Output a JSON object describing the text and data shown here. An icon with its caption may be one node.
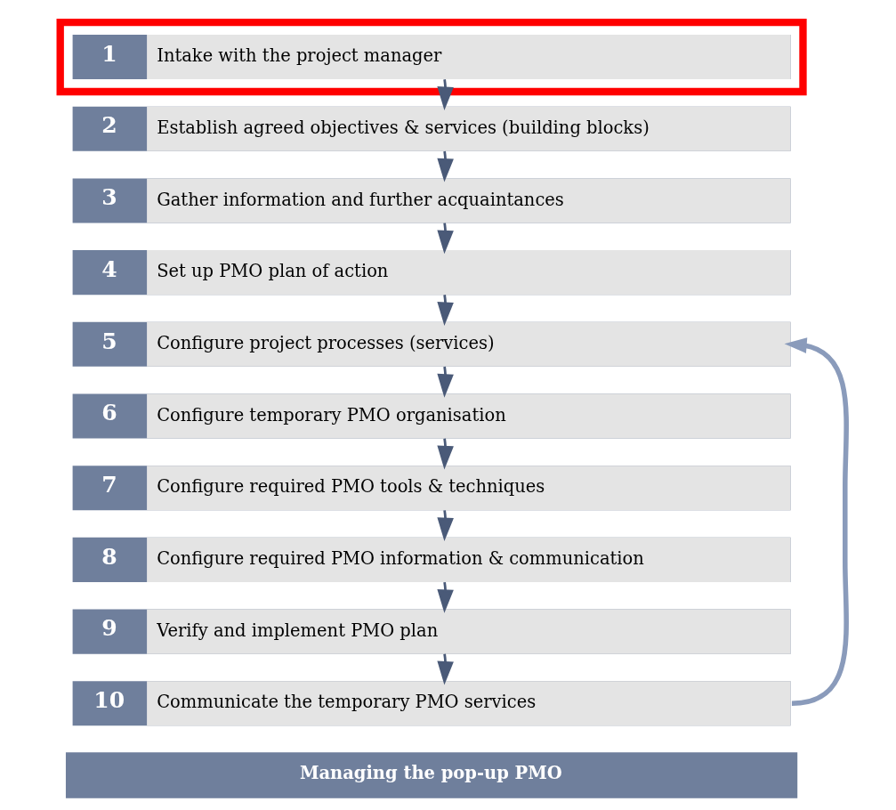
{
  "diagram": {
    "nodes": [
      {
        "text": [],
        "shape": "box"
      },
      {
        "text": [
          "1",
          "Intake with the project manager"
        ],
        "in": 0
      },
      {
        "text": [
          "2",
          "Establish agreed objectives & services (building blocks)"
        ]
      },
      {
        "text": [
          "3",
          "Gather information and further acquaintances"
        ]
      },
      {
        "text": [
          "4",
          "Set up PMO plan of action"
        ]
      },
      {
        "text": [
          "5",
          "Configure project processes (services)"
        ]
      },
      {
        "text": [
          "6",
          "Configure temporary PMO organisation"
        ]
      },
      {
        "text": [
          "7",
          "Configure required PMO tools & techniques"
        ]
      },
      {
        "text": [
          "8",
          "Configure required PMO information & communication"
        ]
      },
      {
        "text": [
          "9",
          "Verify and implement PMO plan"
        ]
      },
      {
        "text": [
          "10",
          "Communicate the temporary PMO services"
        ]
      },
      {
        "text": [
          "Managing the pop-up PMO"
        ]
      }
    ],
    "edges": [
      {
        "from": 1,
        "to": 2,
        "arrow": "to"
      },
      {
        "from": 2,
        "to": 3,
        "arrow": "to"
      },
      {
        "from": 3,
        "to": 4,
        "arrow": "to"
      },
      {
        "from": 4,
        "to": 5,
        "arrow": "to"
      },
      {
        "from": 5,
        "to": 6,
        "arrow": "to"
      },
      {
        "from": 6,
        "to": 7,
        "arrow": "to"
      },
      {
        "from": 7,
        "to": 8,
        "arrow": "to"
      },
      {
        "from": 8,
        "to": 9,
        "arrow": "to"
      },
      {
        "from": 9,
        "to": 10,
        "arrow": "to"
      },
      {
        "from": 10,
        "to": 5,
        "arrow": "to",
        "style": "thick",
        "color": "#8a9bbb"
      }
    ]
  }
}
